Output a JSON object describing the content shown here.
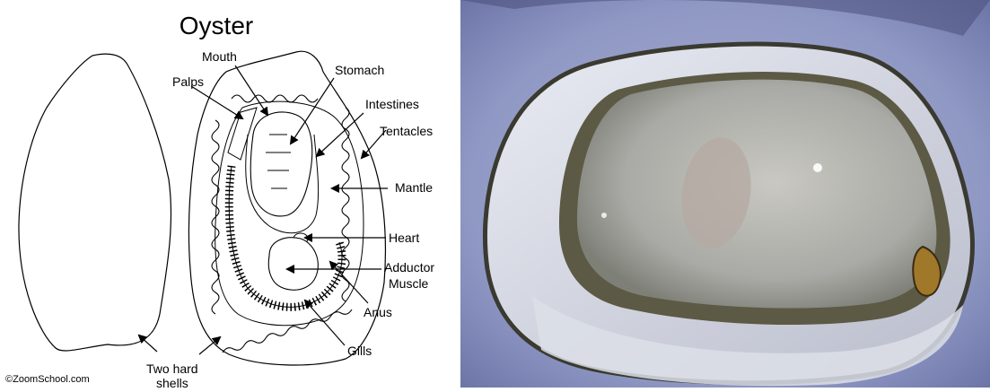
{
  "diagram": {
    "title": "Oyster",
    "labels": {
      "mouth": "Mouth",
      "palps": "Palps",
      "stomach": "Stomach",
      "intestines": "Intestines",
      "tentacles": "Tentacles",
      "mantle": "Mantle",
      "heart": "Heart",
      "adductor_1": "Adductor",
      "adductor_2": "Muscle",
      "anus": "Anus",
      "gills": "Gills",
      "shells_1": "Two hard",
      "shells_2": "shells"
    },
    "copyright": "©ZoomSchool.com"
  },
  "photo": {
    "subject": "opened-oyster-photo"
  }
}
